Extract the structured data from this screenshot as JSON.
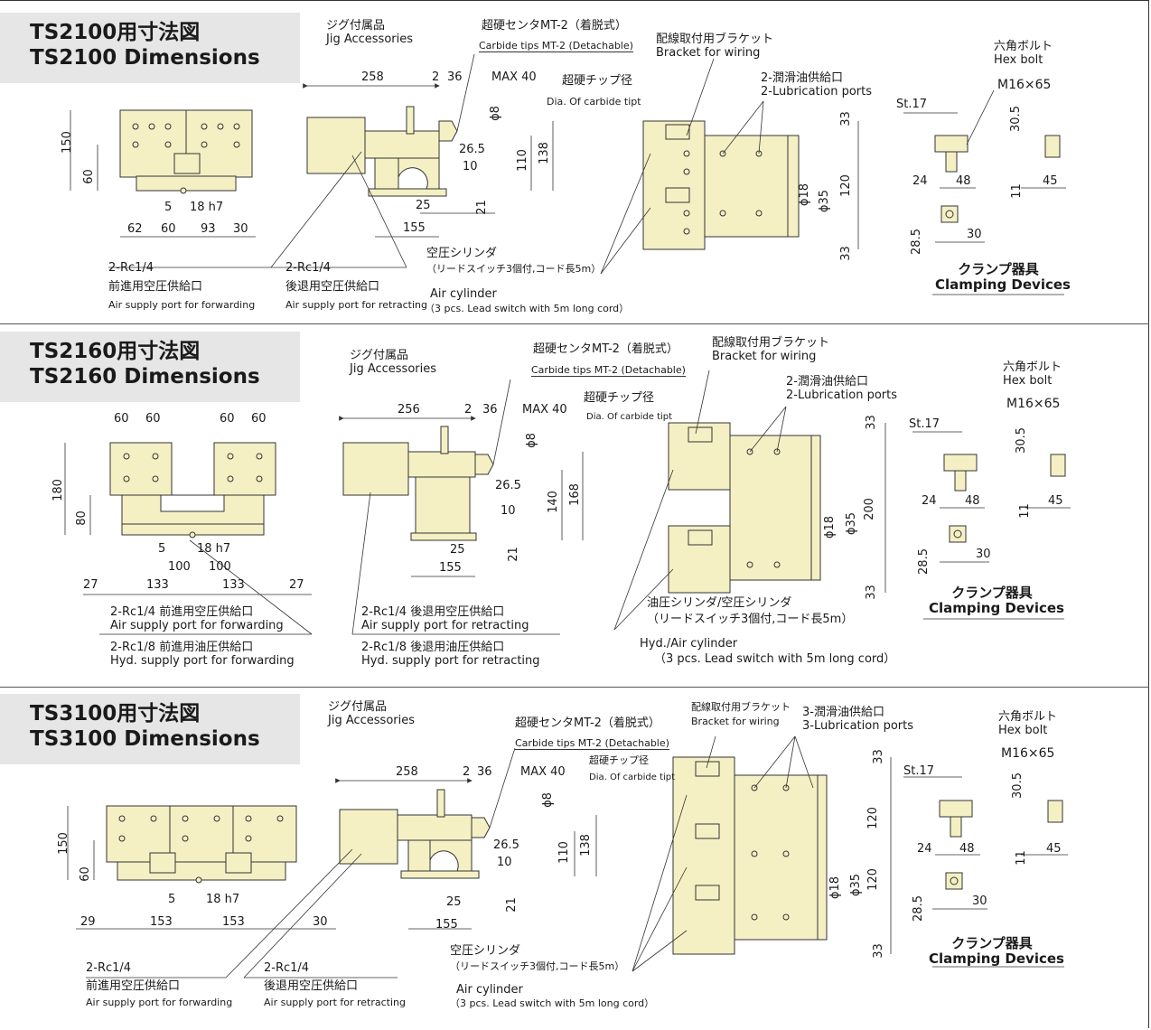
{
  "sections": [
    {
      "title_ja": "TS2100用寸法図",
      "title_en": "TS2100 Dimensions",
      "jig_ja": "ジグ付属品",
      "jig_en": "Jig Accessories",
      "carbide_center_ja": "超硬センタMT-2（着脱式）",
      "carbide_center_en": "Carbide tips MT-2 (Detachable)",
      "bracket_ja": "配線取付用ブラケット",
      "bracket_en": "Bracket for wiring",
      "lub_ja": "2-潤滑油供給口",
      "lub_en": "2-Lubrication ports",
      "chip_ja": "超硬チップ径",
      "chip_en": "Dia. Of carbide tipt",
      "hexbolt_ja": "六角ボルト",
      "hexbolt_en": "Hex bolt",
      "bolt_size": "M16×65",
      "clamp_ja": "クランプ器具",
      "clamp_en": "Clamping Devices",
      "cyl_ja": "空圧シリンダ",
      "cyl_ja2": "（リードスイッチ3個付,コード長5m）",
      "cyl_en": "Air cylinder",
      "cyl_en2": "（3 pcs. Lead switch with 5m long cord）",
      "port1_code": "2-Rc1/4",
      "port1_ja": "前進用空圧供給口",
      "port1_en": "Air supply port for forwarding",
      "port2_code": "2-Rc1/4",
      "port2_ja": "後退用空圧供給口",
      "port2_en": "Air supply port for retracting",
      "dims": {
        "front_h": "150",
        "front_h2": "60",
        "front_5": "5",
        "front_fit": "18 h7",
        "front_w1": "62",
        "front_w2": "60",
        "front_w3": "93",
        "front_w4": "30",
        "side_258": "258",
        "side_2": "2",
        "side_36": "36",
        "side_max": "MAX 40",
        "side_phi8": "ϕ8",
        "side_265": "26.5",
        "side_10": "10",
        "side_110": "110",
        "side_138": "138",
        "side_25": "25",
        "side_21": "21",
        "side_155": "155",
        "top_33a": "33",
        "top_120": "120",
        "top_33b": "33",
        "top_phi18": "ϕ18",
        "top_phi35": "ϕ35",
        "cl_st": "St.17",
        "cl_305": "30.5",
        "cl_24": "24",
        "cl_48": "48",
        "cl_11": "11",
        "cl_45": "45",
        "cl_285": "28.5",
        "cl_30": "30"
      }
    },
    {
      "title_ja": "TS2160用寸法図",
      "title_en": "TS2160 Dimensions",
      "jig_ja": "ジグ付属品",
      "jig_en": "Jig Accessories",
      "carbide_center_ja": "超硬センタMT-2（着脱式）",
      "carbide_center_en": "Carbide tips MT-2 (Detachable)",
      "bracket_ja": "配線取付用ブラケット",
      "bracket_en": "Bracket for wiring",
      "lub_ja": "2-潤滑油供給口",
      "lub_en": "2-Lubrication ports",
      "chip_ja": "超硬チップ径",
      "chip_en": "Dia. Of carbide tipt",
      "hexbolt_ja": "六角ボルト",
      "hexbolt_en": "Hex bolt",
      "bolt_size": "M16×65",
      "clamp_ja": "クランプ器具",
      "clamp_en": "Clamping Devices",
      "cyl_ja": "油圧シリンダ/空圧シリンダ",
      "cyl_ja2": "（リードスイッチ3個付,コード長5m）",
      "cyl_en": "Hyd./Air cylinder",
      "cyl_en2": "（3 pcs. Lead switch with 5m long cord）",
      "port1_text": "2-Rc1/4 前進用空圧供給口",
      "port1_en": "Air supply port for forwarding",
      "port2_text": "2-Rc1/4 後退用空圧供給口",
      "port2_en": "Air supply port for retracting",
      "port3_text": "2-Rc1/8 前進用油圧供給口",
      "port3_en": "Hyd. supply port for forwarding",
      "port4_text": "2-Rc1/8 後退用油圧供給口",
      "port4_en": "Hyd. supply port for retracting",
      "dims": {
        "front_60a": "60",
        "front_60b": "60",
        "front_60c": "60",
        "front_60d": "60",
        "front_h": "180",
        "front_h2": "80",
        "front_5": "5",
        "front_fit": "18 h7",
        "front_100a": "100",
        "front_100b": "100",
        "front_27a": "27",
        "front_133a": "133",
        "front_133b": "133",
        "front_27b": "27",
        "side_256": "256",
        "side_2": "2",
        "side_36": "36",
        "side_max": "MAX 40",
        "side_phi8": "ϕ8",
        "side_265": "26.5",
        "side_10": "10",
        "side_140": "140",
        "side_168": "168",
        "side_25": "25",
        "side_21": "21",
        "side_155": "155",
        "top_33a": "33",
        "top_200": "200",
        "top_33b": "33",
        "top_phi18": "ϕ18",
        "top_phi35": "ϕ35",
        "cl_st": "St.17",
        "cl_305": "30.5",
        "cl_24": "24",
        "cl_48": "48",
        "cl_11": "11",
        "cl_45": "45",
        "cl_285": "28.5",
        "cl_30": "30"
      }
    },
    {
      "title_ja": "TS3100用寸法図",
      "title_en": "TS3100 Dimensions",
      "jig_ja": "ジグ付属品",
      "jig_en": "Jig Accessories",
      "carbide_center_ja": "超硬センタMT-2（着脱式）",
      "carbide_center_en": "Carbide tips MT-2 (Detachable)",
      "bracket_ja": "配線取付用ブラケット",
      "bracket_en": "Bracket for wiring",
      "lub_ja": "3-潤滑油供給口",
      "lub_en": "3-Lubrication ports",
      "chip_ja": "超硬チップ径",
      "chip_en": "Dia. Of carbide tipt",
      "hexbolt_ja": "六角ボルト",
      "hexbolt_en": "Hex bolt",
      "bolt_size": "M16×65",
      "clamp_ja": "クランプ器具",
      "clamp_en": "Clamping Devices",
      "cyl_ja": "空圧シリンダ",
      "cyl_ja2": "（リードスイッチ3個付,コード長5m）",
      "cyl_en": "Air cylinder",
      "cyl_en2": "（3 pcs. Lead switch with 5m long cord）",
      "port1_code": "2-Rc1/4",
      "port1_ja": "前進用空圧供給口",
      "port1_en": "Air supply port for forwarding",
      "port2_code": "2-Rc1/4",
      "port2_ja": "後退用空圧供給口",
      "port2_en": "Air supply port for retracting",
      "dims": {
        "front_h": "150",
        "front_h2": "60",
        "front_5": "5",
        "front_fit": "18 h7",
        "front_w1": "29",
        "front_w2": "153",
        "front_w3": "153",
        "front_w4": "30",
        "side_258": "258",
        "side_2": "2",
        "side_36": "36",
        "side_max": "MAX 40",
        "side_phi8": "ϕ8",
        "side_265": "26.5",
        "side_10": "10",
        "side_110": "110",
        "side_138": "138",
        "side_25": "25",
        "side_21": "21",
        "side_155": "155",
        "top_33a": "33",
        "top_120a": "120",
        "top_120b": "120",
        "top_33b": "33",
        "top_phi18": "ϕ18",
        "top_phi35": "ϕ35",
        "cl_st": "St.17",
        "cl_305": "30.5",
        "cl_24": "24",
        "cl_48": "48",
        "cl_11": "11",
        "cl_45": "45",
        "cl_285": "28.5",
        "cl_30": "30"
      }
    }
  ],
  "colors": {
    "part_fill": "#f5f0c4",
    "part_stroke": "#333333",
    "title_bg": "#e6e6e6"
  }
}
